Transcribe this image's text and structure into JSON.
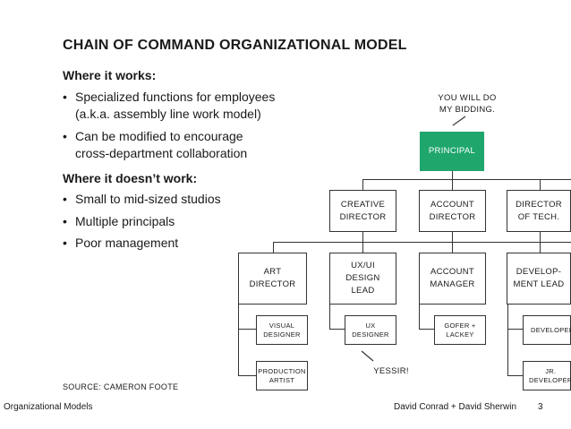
{
  "title": "CHAIN OF COMMAND ORGANIZATIONAL MODEL",
  "works": {
    "heading": "Where it works:",
    "bullets": [
      [
        "Specialized functions for employees",
        "(a.k.a. assembly line work model)"
      ],
      [
        "Can be modified to encourage",
        "cross-department collaboration"
      ]
    ]
  },
  "doesnt_work": {
    "heading": "Where it doesn’t work:",
    "bullets": [
      "Small to mid-sized studios",
      "Multiple principals",
      "Poor management"
    ]
  },
  "source": "SOURCE: CAMERON FOOTE",
  "footer": {
    "left": "Organizational Models",
    "authors": "David Conrad + David Sherwin",
    "page": "3"
  },
  "bullet_char": "•",
  "notes": {
    "bidding": "YOU WILL DO\nMY BIDDING.",
    "yessir": "YESSIR!"
  },
  "org": {
    "principal": "PRINCIPAL",
    "creative_director": "CREATIVE\nDIRECTOR",
    "account_director": "ACCOUNT\nDIRECTOR",
    "director_tech": "DIRECTOR\nOF TECH.",
    "art_director": "ART\nDIRECTOR",
    "uxui_lead": "UX/UI\nDESIGN\nLEAD",
    "account_manager": "ACCOUNT\nMANAGER",
    "development_lead": "DEVELOP-\nMENT LEAD",
    "visual_designer": "VISUAL\nDESIGNER",
    "production_artist": "PRODUCTION\nARTIST",
    "ux_designer": "UX\nDESIGNER",
    "gofer_lackey": "GOFER +\nLACKEY",
    "developer": "DEVELOPER",
    "jr_developer": "JR.\nDEVELOPER"
  },
  "colors": {
    "principal": "#1fa66d",
    "line": "#333333"
  }
}
